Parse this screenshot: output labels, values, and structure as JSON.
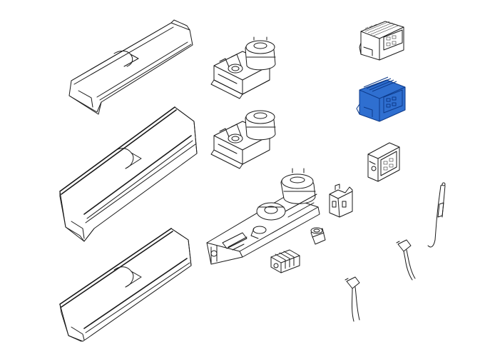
{
  "diagram": {
    "highlight_color": "#2f6fd0",
    "highlight_stroke": "#0d3a8a",
    "line_color": "#1a1a1a",
    "parts": [
      {
        "id": "profile-top",
        "icon": "aluminium-profile-icon"
      },
      {
        "id": "profile-middle",
        "icon": "aluminium-profile-icon"
      },
      {
        "id": "profile-bottom",
        "icon": "aluminium-profile-icon"
      },
      {
        "id": "gearmotor-1",
        "icon": "gearmotor-icon"
      },
      {
        "id": "gearmotor-2",
        "icon": "gearmotor-icon"
      },
      {
        "id": "gearmotor-arm-assembly",
        "icon": "gearmotor-arm-icon"
      },
      {
        "id": "control-board-1",
        "icon": "circuit-board-icon"
      },
      {
        "id": "control-board-highlighted",
        "icon": "circuit-board-icon",
        "highlighted": true
      },
      {
        "id": "control-board-3",
        "icon": "circuit-board-icon"
      },
      {
        "id": "bracket",
        "icon": "bracket-icon"
      },
      {
        "id": "bushing",
        "icon": "bushing-icon"
      },
      {
        "id": "terminal-block",
        "icon": "terminal-block-icon"
      },
      {
        "id": "rod-sensor",
        "icon": "rod-sensor-icon"
      },
      {
        "id": "cable-connector-1",
        "icon": "cable-connector-icon"
      },
      {
        "id": "cable-connector-2",
        "icon": "cable-connector-icon"
      }
    ]
  }
}
